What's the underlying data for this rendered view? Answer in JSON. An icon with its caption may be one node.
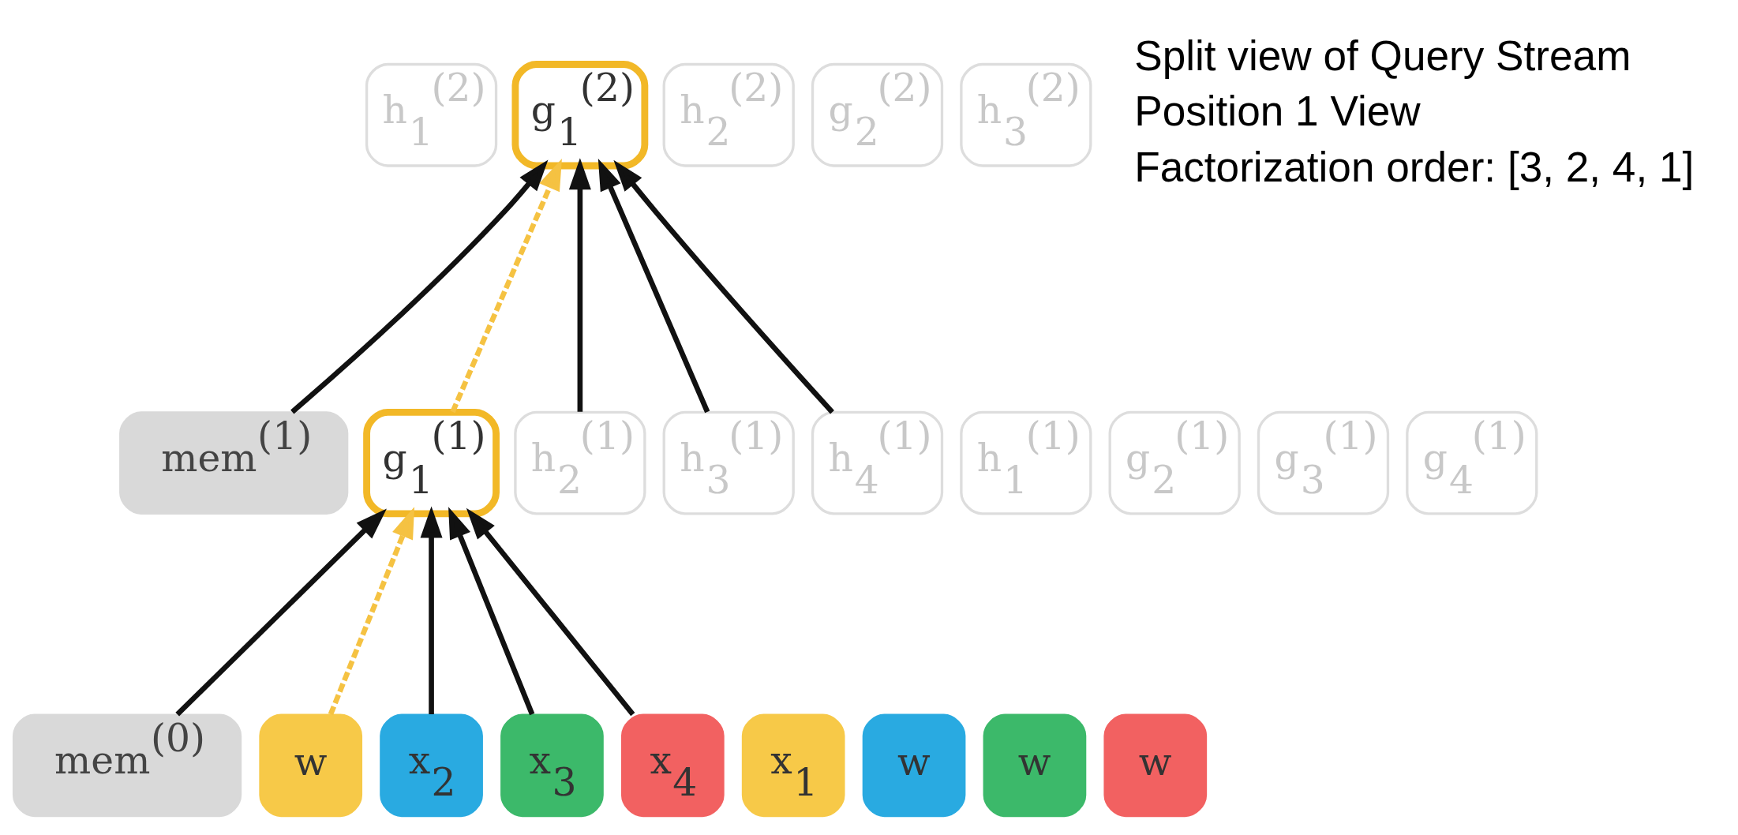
{
  "diagram": {
    "nodes": [
      {
        "text": [
          "h$_{1}$$^{(2)}$"
        ]
      },
      {
        "text": [
          "g$_{1}$$^{(2)}$"
        ]
      },
      {
        "text": [
          "h$_{2}$$^{(2)}$"
        ]
      },
      {
        "text": [
          "g$_{2}$$^{(2)}$"
        ]
      },
      {
        "text": [
          "h$_{3}$$^{(2)}$"
        ]
      },
      {
        "text": [
          "mem$^{(1)}$"
        ]
      },
      {
        "text": [
          "h$_{1}$$^{(1)}$"
        ]
      },
      {
        "text": [
          "g$_{1}$$^{(1)}$"
        ]
      },
      {
        "text": [
          "h$_{2}$$^{(1)}$"
        ]
      },
      {
        "text": [
          "g$_{2}$$^{(1)}$"
        ]
      },
      {
        "text": [
          "h$_{3}$$^{(1)}$"
        ]
      },
      {
        "text": [
          "g$_{3}$$^{(1)}$"
        ]
      },
      {
        "text": [
          "h$_{4}$$^{(1)}$"
        ]
      },
      {
        "text": [
          "g$_{4}$$^{(1)}$"
        ]
      },
      {
        "text": [
          "mem$^{(0)}$"
        ]
      },
      {
        "text": [
          "x$_{1}$"
        ]
      },
      {
        "text": [
          "w"
        ]
      },
      {
        "text": [
          "x$_{2}$"
        ]
      },
      {
        "text": [
          "w"
        ]
      },
      {
        "text": [
          "x$_{3}$"
        ]
      },
      {
        "text": [
          "w"
        ]
      },
      {
        "text": [
          "x$_{4}$"
        ]
      },
      {
        "text": [
          "w"
        ]
      }
    ],
    "edges": [
      {
        "from": 5,
        "to": 1,
        "arrow": "to"
      },
      {
        "from": 7,
        "to": 1,
        "arrow": "to",
        "style": "dashed",
        "color": "#f5c242"
      },
      {
        "from": 8,
        "to": 1,
        "arrow": "to"
      },
      {
        "from": 10,
        "to": 1,
        "arrow": "to"
      },
      {
        "from": 12,
        "to": 1,
        "arrow": "to"
      },
      {
        "from": 14,
        "to": 7,
        "arrow": "to"
      },
      {
        "from": 16,
        "to": 7,
        "arrow": "to",
        "style": "dashed",
        "color": "#f5c242"
      },
      {
        "from": 17,
        "to": 7,
        "arrow": "to"
      },
      {
        "from": 19,
        "to": 7,
        "arrow": "to"
      },
      {
        "from": 21,
        "to": 7,
        "arrow": "to"
      }
    ],
    "labels": [
      "Split view of Query Stream",
      "Position 1 View",
      "Factorization order: [3, 2, 4, 1]"
    ]
  }
}
